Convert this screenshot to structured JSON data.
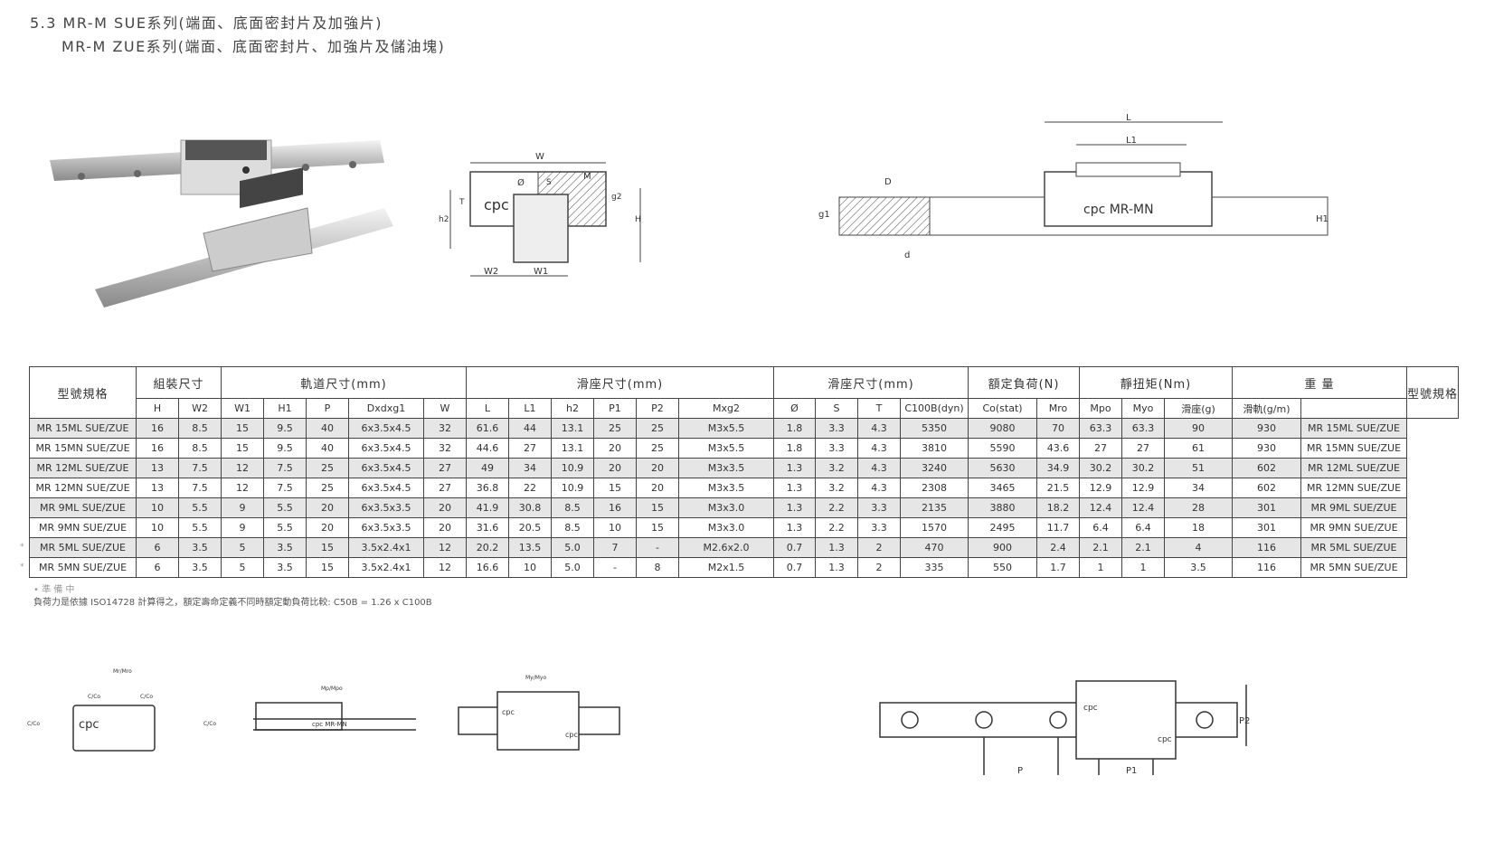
{
  "titles": [
    "5.3 MR-M SUE系列(端面、底面密封片及加強片)",
    "MR-M ZUE系列(端面、底面密封片、加強片及儲油塊)"
  ],
  "diagram_labels": {
    "front": [
      "W",
      "M",
      "Ø",
      "S",
      "g2",
      "T",
      "h2",
      "H",
      "W2",
      "W1",
      "cpc"
    ],
    "side": [
      "L",
      "L1",
      "D",
      "g1",
      "d",
      "H1",
      "cpc MR-MN"
    ],
    "load": [
      "Mr/Mro",
      "C/Co",
      "C/Co",
      "C/Co",
      "C/Co"
    ],
    "pitch": [
      "Mp/Mpo",
      "cpc MR-MN"
    ],
    "yaw": [
      "My/Myo",
      "cpc",
      "cpc"
    ],
    "top": [
      "P",
      "P1",
      "P2",
      "cpc",
      "cpc"
    ]
  },
  "table": {
    "group_headers": [
      "型號規格",
      "組裝尺寸",
      "軌道尺寸(mm)",
      "滑座尺寸(mm)",
      "滑座尺寸(mm)",
      "額定負荷(N)",
      "靜扭矩(Nm)",
      "重 量",
      "型號規格"
    ],
    "sub_headers": [
      "H",
      "W2",
      "W1",
      "H1",
      "P",
      "Dxdxg1",
      "W",
      "L",
      "L1",
      "h2",
      "P1",
      "P2",
      "Mxg2",
      "Ø",
      "S",
      "T",
      "C100B(dyn)",
      "Co(stat)",
      "Mro",
      "Mpo",
      "Myo",
      "滑座(g)",
      "滑軌(g/m)"
    ],
    "rows": [
      [
        "MR 15ML SUE/ZUE",
        "16",
        "8.5",
        "15",
        "9.5",
        "40",
        "6x3.5x4.5",
        "32",
        "61.6",
        "44",
        "13.1",
        "25",
        "25",
        "M3x5.5",
        "1.8",
        "3.3",
        "4.3",
        "5350",
        "9080",
        "70",
        "63.3",
        "63.3",
        "90",
        "930",
        "MR 15ML SUE/ZUE"
      ],
      [
        "MR 15MN SUE/ZUE",
        "16",
        "8.5",
        "15",
        "9.5",
        "40",
        "6x3.5x4.5",
        "32",
        "44.6",
        "27",
        "13.1",
        "20",
        "25",
        "M3x5.5",
        "1.8",
        "3.3",
        "4.3",
        "3810",
        "5590",
        "43.6",
        "27",
        "27",
        "61",
        "930",
        "MR 15MN SUE/ZUE"
      ],
      [
        "MR 12ML SUE/ZUE",
        "13",
        "7.5",
        "12",
        "7.5",
        "25",
        "6x3.5x4.5",
        "27",
        "49",
        "34",
        "10.9",
        "20",
        "20",
        "M3x3.5",
        "1.3",
        "3.2",
        "4.3",
        "3240",
        "5630",
        "34.9",
        "30.2",
        "30.2",
        "51",
        "602",
        "MR 12ML SUE/ZUE"
      ],
      [
        "MR 12MN SUE/ZUE",
        "13",
        "7.5",
        "12",
        "7.5",
        "25",
        "6x3.5x4.5",
        "27",
        "36.8",
        "22",
        "10.9",
        "15",
        "20",
        "M3x3.5",
        "1.3",
        "3.2",
        "4.3",
        "2308",
        "3465",
        "21.5",
        "12.9",
        "12.9",
        "34",
        "602",
        "MR 12MN SUE/ZUE"
      ],
      [
        "MR 9ML SUE/ZUE",
        "10",
        "5.5",
        "9",
        "5.5",
        "20",
        "6x3.5x3.5",
        "20",
        "41.9",
        "30.8",
        "8.5",
        "16",
        "15",
        "M3x3.0",
        "1.3",
        "2.2",
        "3.3",
        "2135",
        "3880",
        "18.2",
        "12.4",
        "12.4",
        "28",
        "301",
        "MR 9ML SUE/ZUE"
      ],
      [
        "MR 9MN SUE/ZUE",
        "10",
        "5.5",
        "9",
        "5.5",
        "20",
        "6x3.5x3.5",
        "20",
        "31.6",
        "20.5",
        "8.5",
        "10",
        "15",
        "M3x3.0",
        "1.3",
        "2.2",
        "3.3",
        "1570",
        "2495",
        "11.7",
        "6.4",
        "6.4",
        "18",
        "301",
        "MR 9MN SUE/ZUE"
      ],
      [
        "MR 5ML SUE/ZUE",
        "6",
        "3.5",
        "5",
        "3.5",
        "15",
        "3.5x2.4x1",
        "12",
        "20.2",
        "13.5",
        "5.0",
        "7",
        "-",
        "M2.6x2.0",
        "0.7",
        "1.3",
        "2",
        "470",
        "900",
        "2.4",
        "2.1",
        "2.1",
        "4",
        "116",
        "MR 5ML SUE/ZUE"
      ],
      [
        "MR 5MN SUE/ZUE",
        "6",
        "3.5",
        "5",
        "3.5",
        "15",
        "3.5x2.4x1",
        "12",
        "16.6",
        "10",
        "5.0",
        "-",
        "8",
        "M2x1.5",
        "0.7",
        "1.3",
        "2",
        "335",
        "550",
        "1.7",
        "1",
        "1",
        "3.5",
        "116",
        "MR 5MN SUE/ZUE"
      ]
    ],
    "row_marks": [
      "*",
      "*"
    ]
  },
  "footnotes": [
    "• 準 備 中",
    "負荷力是依據 ISO14728 計算得之，額定壽命定義不同時額定動負荷比較: C50B = 1.26 x C100B"
  ]
}
